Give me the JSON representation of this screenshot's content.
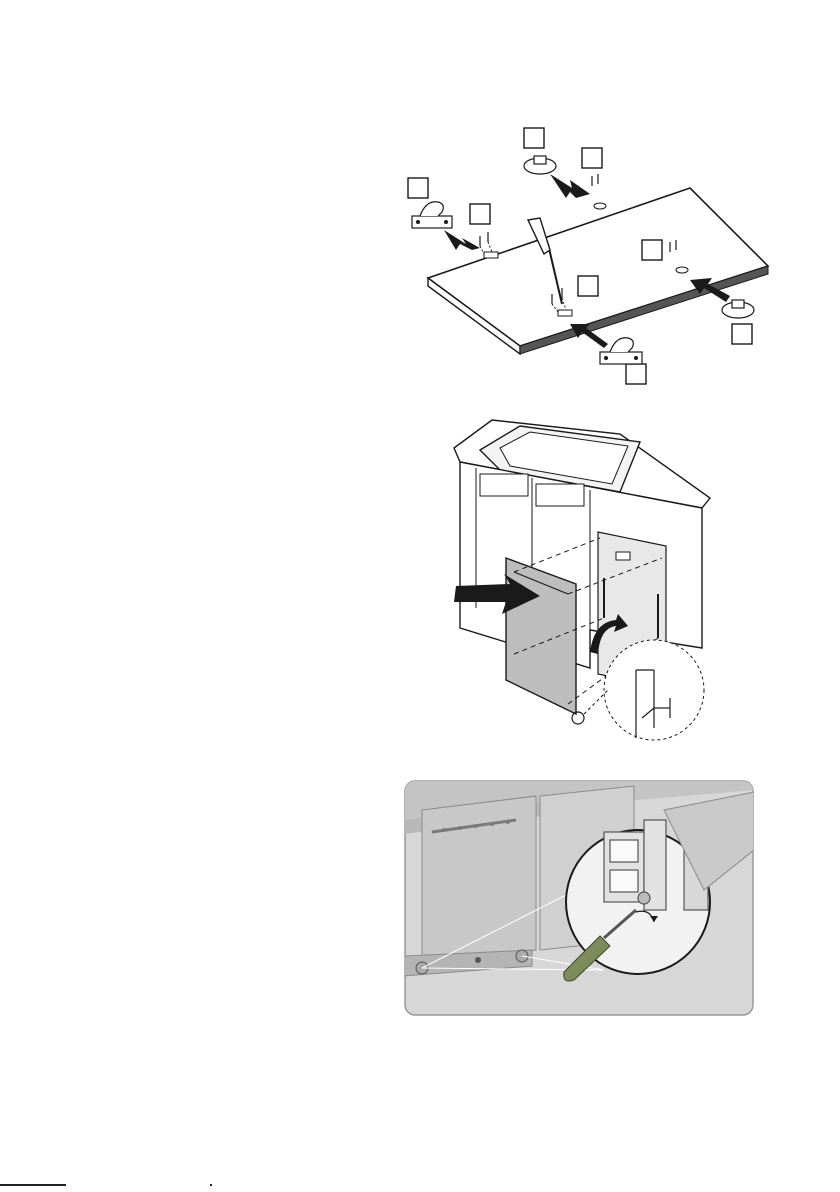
{
  "page": {
    "figures": [
      {
        "name": "figure-mounting-brackets",
        "callouts": [
          "",
          "",
          "",
          "",
          "",
          "",
          ""
        ]
      },
      {
        "name": "figure-door-panel-attach"
      },
      {
        "name": "figure-door-adjust-screwdriver"
      }
    ]
  },
  "colors": {
    "line": "#1a1a1a",
    "panel_gray": "#bdbdbd",
    "photo_bg": "#d7d7d7",
    "photo_frame": "#9a9a9a",
    "screwdriver_handle": "#7d8b5a"
  },
  "icons": [
    "screwdriver-icon",
    "arrow-icon",
    "bracket-icon",
    "screw-icon"
  ]
}
